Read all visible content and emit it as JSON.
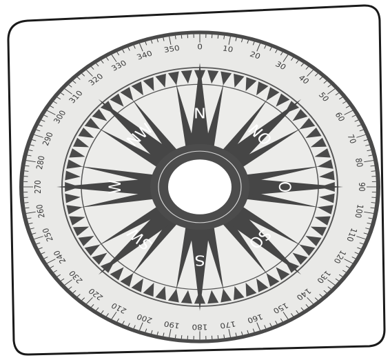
{
  "photo": {
    "subject": "compass-rose-card",
    "colors": {
      "background": "#ffffff",
      "card_border": "#1a1a1a",
      "dial_face": "#e9e9e7",
      "ring_dark": "#474747",
      "ink": "#3a3a3a",
      "center": "#ffffff"
    },
    "direction_labels": [
      {
        "label": "N",
        "bearing": 0
      },
      {
        "label": "NO",
        "bearing": 45
      },
      {
        "label": "O",
        "bearing": 90
      },
      {
        "label": "SO",
        "bearing": 135
      },
      {
        "label": "S",
        "bearing": 180
      },
      {
        "label": "SW",
        "bearing": 225
      },
      {
        "label": "W",
        "bearing": 270
      },
      {
        "label": "NW",
        "bearing": 315
      }
    ],
    "degree_labels": [
      "0",
      "10",
      "20",
      "30",
      "40",
      "50",
      "60",
      "70",
      "80",
      "90",
      "100",
      "110",
      "120",
      "130",
      "140",
      "150",
      "160",
      "170",
      "180",
      "190",
      "200",
      "210",
      "220",
      "230",
      "240",
      "250",
      "260",
      "270",
      "280",
      "290",
      "300",
      "310",
      "320",
      "330",
      "340",
      "350"
    ]
  }
}
